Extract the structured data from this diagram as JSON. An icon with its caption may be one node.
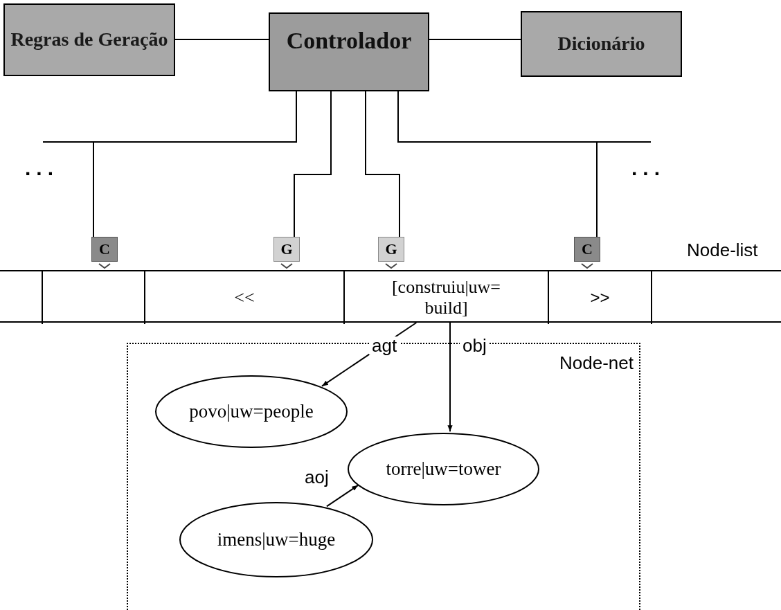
{
  "diagram": {
    "nodes": [
      {
        "text": [
          "Regras de Geração"
        ]
      },
      {
        "text": [
          "Controlador"
        ]
      },
      {
        "text": [
          "Dicionário"
        ]
      },
      {
        "text": [
          "C"
        ]
      },
      {
        "text": [
          "G"
        ]
      },
      {
        "text": [
          "G"
        ]
      },
      {
        "text": [
          "C"
        ]
      },
      {
        "text": [],
        "shape": "bar"
      },
      {
        "text": [],
        "shape": "box",
        "in": 7
      },
      {
        "text": [],
        "shape": "box",
        "in": 7
      },
      {
        "text": [
          "<<"
        ],
        "in": 7
      },
      {
        "text": [
          "[construiu|uw= build]"
        ],
        "in": 7
      },
      {
        "text": [
          ">>"
        ],
        "in": 7
      },
      {
        "text": [],
        "shape": "box",
        "in": 7
      },
      {
        "text": [
          "Node-net"
        ]
      },
      {
        "text": [
          "povo|uw=people"
        ],
        "in": 14
      },
      {
        "text": [
          "torre|uw=tower"
        ],
        "in": 14
      },
      {
        "text": [
          "imens|uw=huge"
        ],
        "in": 14
      }
    ],
    "edges": [
      {
        "from": 0,
        "to": 1,
        "arrow": "none"
      },
      {
        "from": 1,
        "to": 2,
        "arrow": "none"
      },
      {
        "from": 1,
        "to": 3,
        "arrow": "none"
      },
      {
        "from": 1,
        "to": 4,
        "arrow": "none"
      },
      {
        "from": 1,
        "to": 5,
        "arrow": "none"
      },
      {
        "from": 1,
        "to": 6,
        "arrow": "none"
      },
      {
        "from": 11,
        "to": 15,
        "arrow": "to",
        "label": "agt"
      },
      {
        "from": 11,
        "to": 16,
        "arrow": "to",
        "label": "obj"
      },
      {
        "from": 17,
        "to": 16,
        "arrow": "to",
        "label": "aoj"
      }
    ],
    "labels": [
      "...",
      "...",
      "Node-list"
    ]
  }
}
